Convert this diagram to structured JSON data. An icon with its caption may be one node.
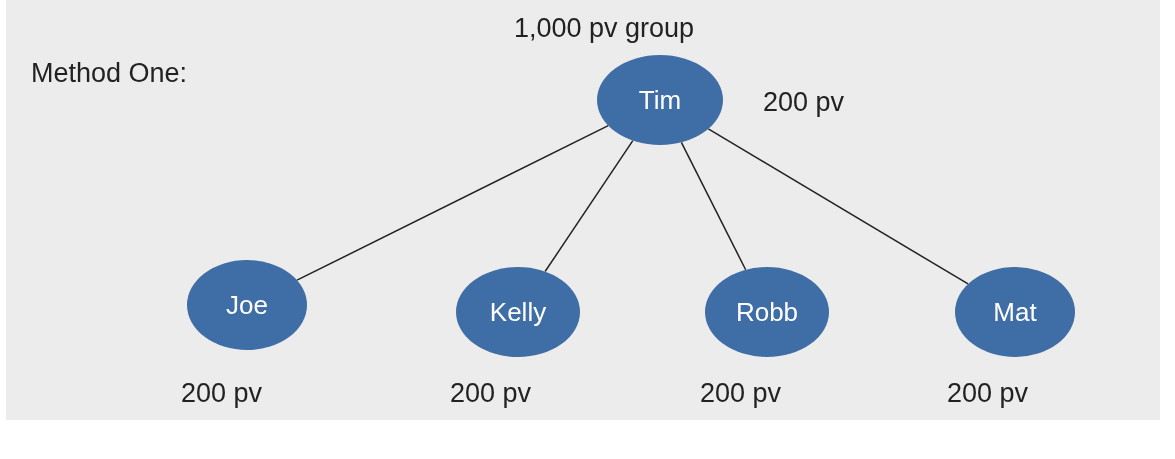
{
  "diagram": {
    "title": "Method One:",
    "nodes": [
      {
        "text": [
          "Tim"
        ],
        "beside": [
          "200 pv"
        ]
      },
      {
        "text": [
          "Joe"
        ],
        "beside": [
          "200 pv"
        ]
      },
      {
        "text": [
          "Kelly"
        ],
        "beside": [
          "200 pv"
        ]
      },
      {
        "text": [
          "Robb"
        ],
        "beside": [
          "200 pv"
        ]
      },
      {
        "text": [
          "Mat"
        ],
        "beside": [
          "200 pv"
        ]
      }
    ],
    "edges": [
      {
        "from": 0,
        "to": 1,
        "arrow": "none"
      },
      {
        "from": 0,
        "to": 2,
        "arrow": "none"
      },
      {
        "from": 0,
        "to": 3,
        "arrow": "none"
      },
      {
        "from": 0,
        "to": 4,
        "arrow": "none"
      }
    ],
    "labels": [
      "1,000 pv group"
    ]
  }
}
